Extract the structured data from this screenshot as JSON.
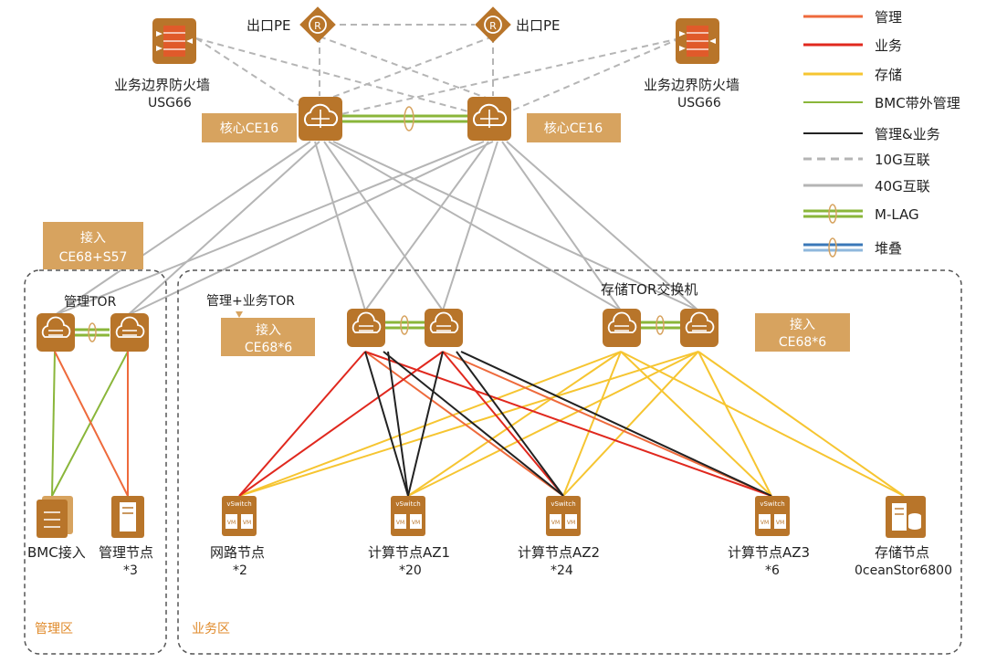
{
  "colors": {
    "mgmt": "#ee6a3c",
    "biz": "#e0281e",
    "storage": "#f6c531",
    "bmc": "#8ab63a",
    "mgmt_biz": "#222222",
    "link10g": "#b5b5b5",
    "link40g": "#b5b5b5",
    "mlag_green": "#8ab63a",
    "stack_blue": "#3a78b8",
    "device": "#b8752a",
    "tag_bg": "#d7a35f",
    "zone_label": "#e08a2a"
  },
  "legend": [
    {
      "icon": "line-mgmt",
      "label": "管理"
    },
    {
      "icon": "line-biz",
      "label": "业务"
    },
    {
      "icon": "line-storage",
      "label": "存储"
    },
    {
      "icon": "line-bmc",
      "label": "BMC带外管理"
    },
    {
      "icon": "line-mgmt-biz",
      "label": "管理&业务"
    },
    {
      "icon": "line-10g-dashed",
      "label": "10G互联"
    },
    {
      "icon": "line-40g",
      "label": "40G互联"
    },
    {
      "icon": "mlag",
      "label": "M-LAG"
    },
    {
      "icon": "stack",
      "label": "堆叠"
    }
  ],
  "top": {
    "pe_left": "出口PE",
    "pe_right": "出口PE",
    "fw_left_name": "业务边界防火墙",
    "fw_left_model": "USG66",
    "fw_right_name": "业务边界防火墙",
    "fw_right_model": "USG66",
    "core_left_tag": "核心CE16",
    "core_right_tag": "核心CE16"
  },
  "access_mgmt_tag": {
    "line1": "接入",
    "line2": "CE68+S57"
  },
  "mgmt_zone": {
    "tor_label": "管理TOR",
    "bmc_label": "BMC接入",
    "node_label": "管理节点",
    "node_count": "*3",
    "zone_label": "管理区"
  },
  "biz_zone": {
    "tor_label": "管理+业务TOR",
    "access_tag": {
      "line1": "接入",
      "line2": "CE68*6"
    },
    "storage_tor_label": "存储TOR交换机",
    "storage_access_tag": {
      "line1": "接入",
      "line2": "CE68*6"
    },
    "zone_label": "业务区",
    "vswitch_text": "vSwitch",
    "vm_text": "VM",
    "nodes": [
      {
        "name": "网路节点",
        "count": "*2"
      },
      {
        "name": "计算节点AZ1",
        "count": "*20"
      },
      {
        "name": "计算节点AZ2",
        "count": "*24"
      },
      {
        "name": "计算节点AZ3",
        "count": "*6"
      },
      {
        "name": "存储节点",
        "count": "0ceanStor6800"
      }
    ]
  }
}
